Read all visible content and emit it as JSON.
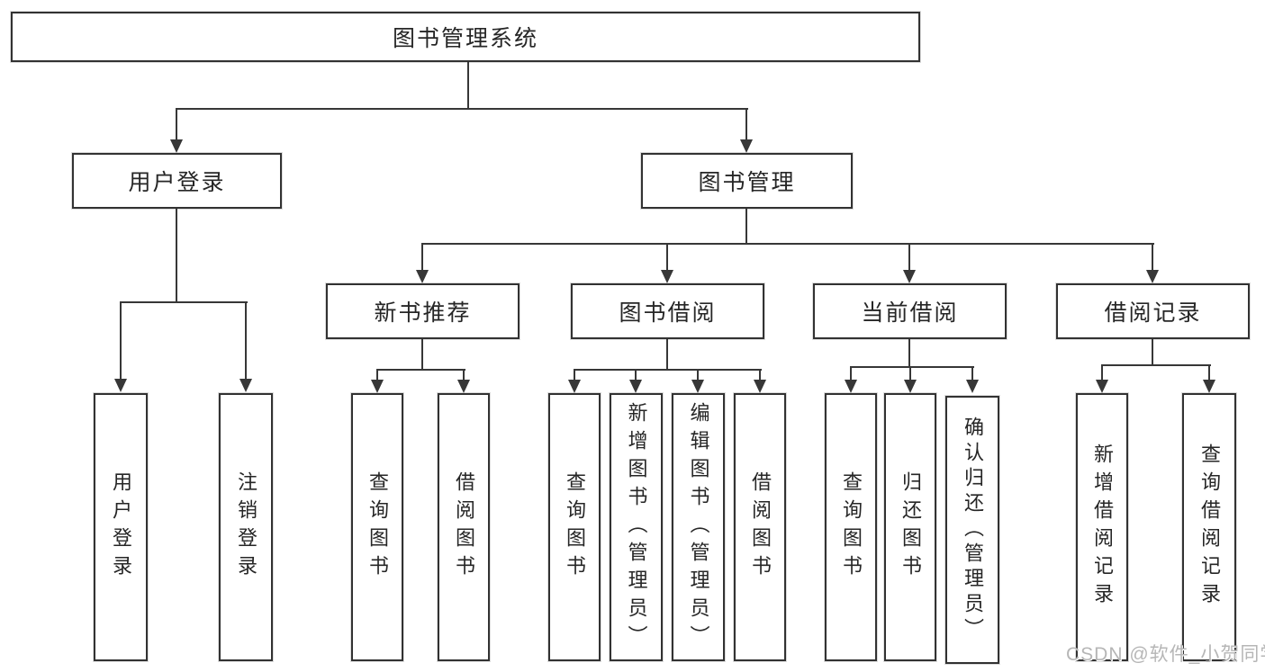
{
  "diagram_title": "图书管理系统",
  "nodes": {
    "root": {
      "label": "图书管理系统"
    },
    "user_login": {
      "label": "用户登录"
    },
    "book_management": {
      "label": "图书管理"
    },
    "new_book_recommend": {
      "label": "新书推荐"
    },
    "book_borrowing": {
      "label": "图书借阅"
    },
    "current_borrowing": {
      "label": "当前借阅"
    },
    "borrowing_records": {
      "label": "借阅记录"
    },
    "leaf_user_login": {
      "label": "用户登录"
    },
    "leaf_logout": {
      "label": "注销登录"
    },
    "leaf_query_books_1": {
      "label": "查询图书"
    },
    "leaf_borrow_books_1": {
      "label": "借阅图书"
    },
    "leaf_query_books_2": {
      "label": "查询图书"
    },
    "leaf_add_books": {
      "label": "新增图书（管理员）"
    },
    "leaf_edit_books": {
      "label": "编辑图书（管理员）"
    },
    "leaf_borrow_books_2": {
      "label": "借阅图书"
    },
    "leaf_query_books_3": {
      "label": "查询图书"
    },
    "leaf_return_books": {
      "label": "归还图书"
    },
    "leaf_confirm_return": {
      "label": "确认归还（管理员）"
    },
    "leaf_add_record": {
      "label": "新增借阅记录"
    },
    "leaf_query_record": {
      "label": "查询借阅记录"
    }
  },
  "structure": {
    "图书管理系统": {
      "用户登录": [
        "用户登录",
        "注销登录"
      ],
      "图书管理": {
        "新书推荐": [
          "查询图书",
          "借阅图书"
        ],
        "图书借阅": [
          "查询图书",
          "新增图书（管理员）",
          "编辑图书（管理员）",
          "借阅图书"
        ],
        "当前借阅": [
          "查询图书",
          "归还图书",
          "确认归还（管理员）"
        ],
        "借阅记录": [
          "新增借阅记录",
          "查询借阅记录"
        ]
      }
    }
  },
  "watermark": {
    "text": "CSDN @软件_小贺同学"
  },
  "colors": {
    "background": "#ffffff",
    "box_fill": "#ffffff",
    "box_border": "#323232",
    "connector_line": "#373737",
    "text": "#262626",
    "watermark_text": "#b6b6b6"
  }
}
